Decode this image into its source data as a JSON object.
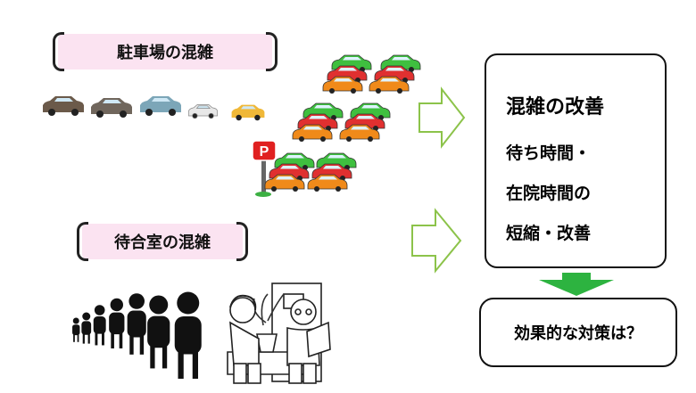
{
  "labels": {
    "parking": "駐車場の混雑",
    "waiting_room": "待合室の混雑"
  },
  "result": {
    "title": "混雑の改善",
    "lines": [
      "待ち時間・",
      "在院時間の",
      "短縮・改善"
    ]
  },
  "question": "効果的な対策は？",
  "parking_sign": "P",
  "colors": {
    "label_bg": "#fbe3f1",
    "arrow_outline": "#8cc34a",
    "down_arrow": "#2db340",
    "car_green": "#3fbf3f",
    "car_red": "#e03030",
    "car_orange": "#f08a1a"
  }
}
